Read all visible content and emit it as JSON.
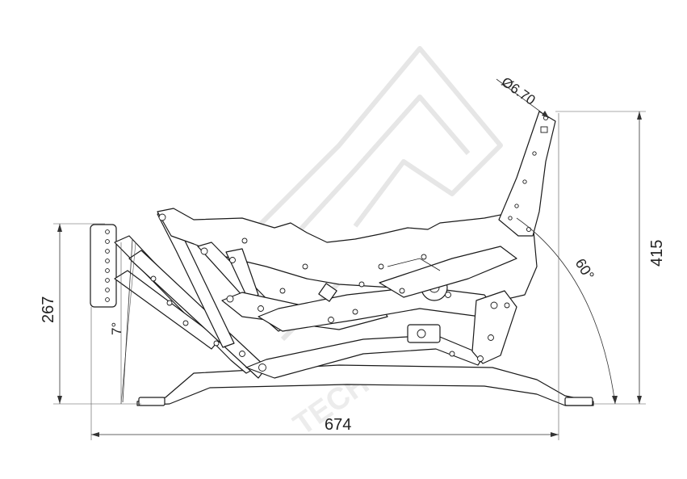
{
  "dimensions": {
    "overall_width": "674",
    "overall_height": "415",
    "seat_height": "267",
    "hole_diameter": "Ø6.70",
    "back_angle": "60°",
    "foot_angle": "7°"
  },
  "watermark": {
    "text": "TECH"
  }
}
